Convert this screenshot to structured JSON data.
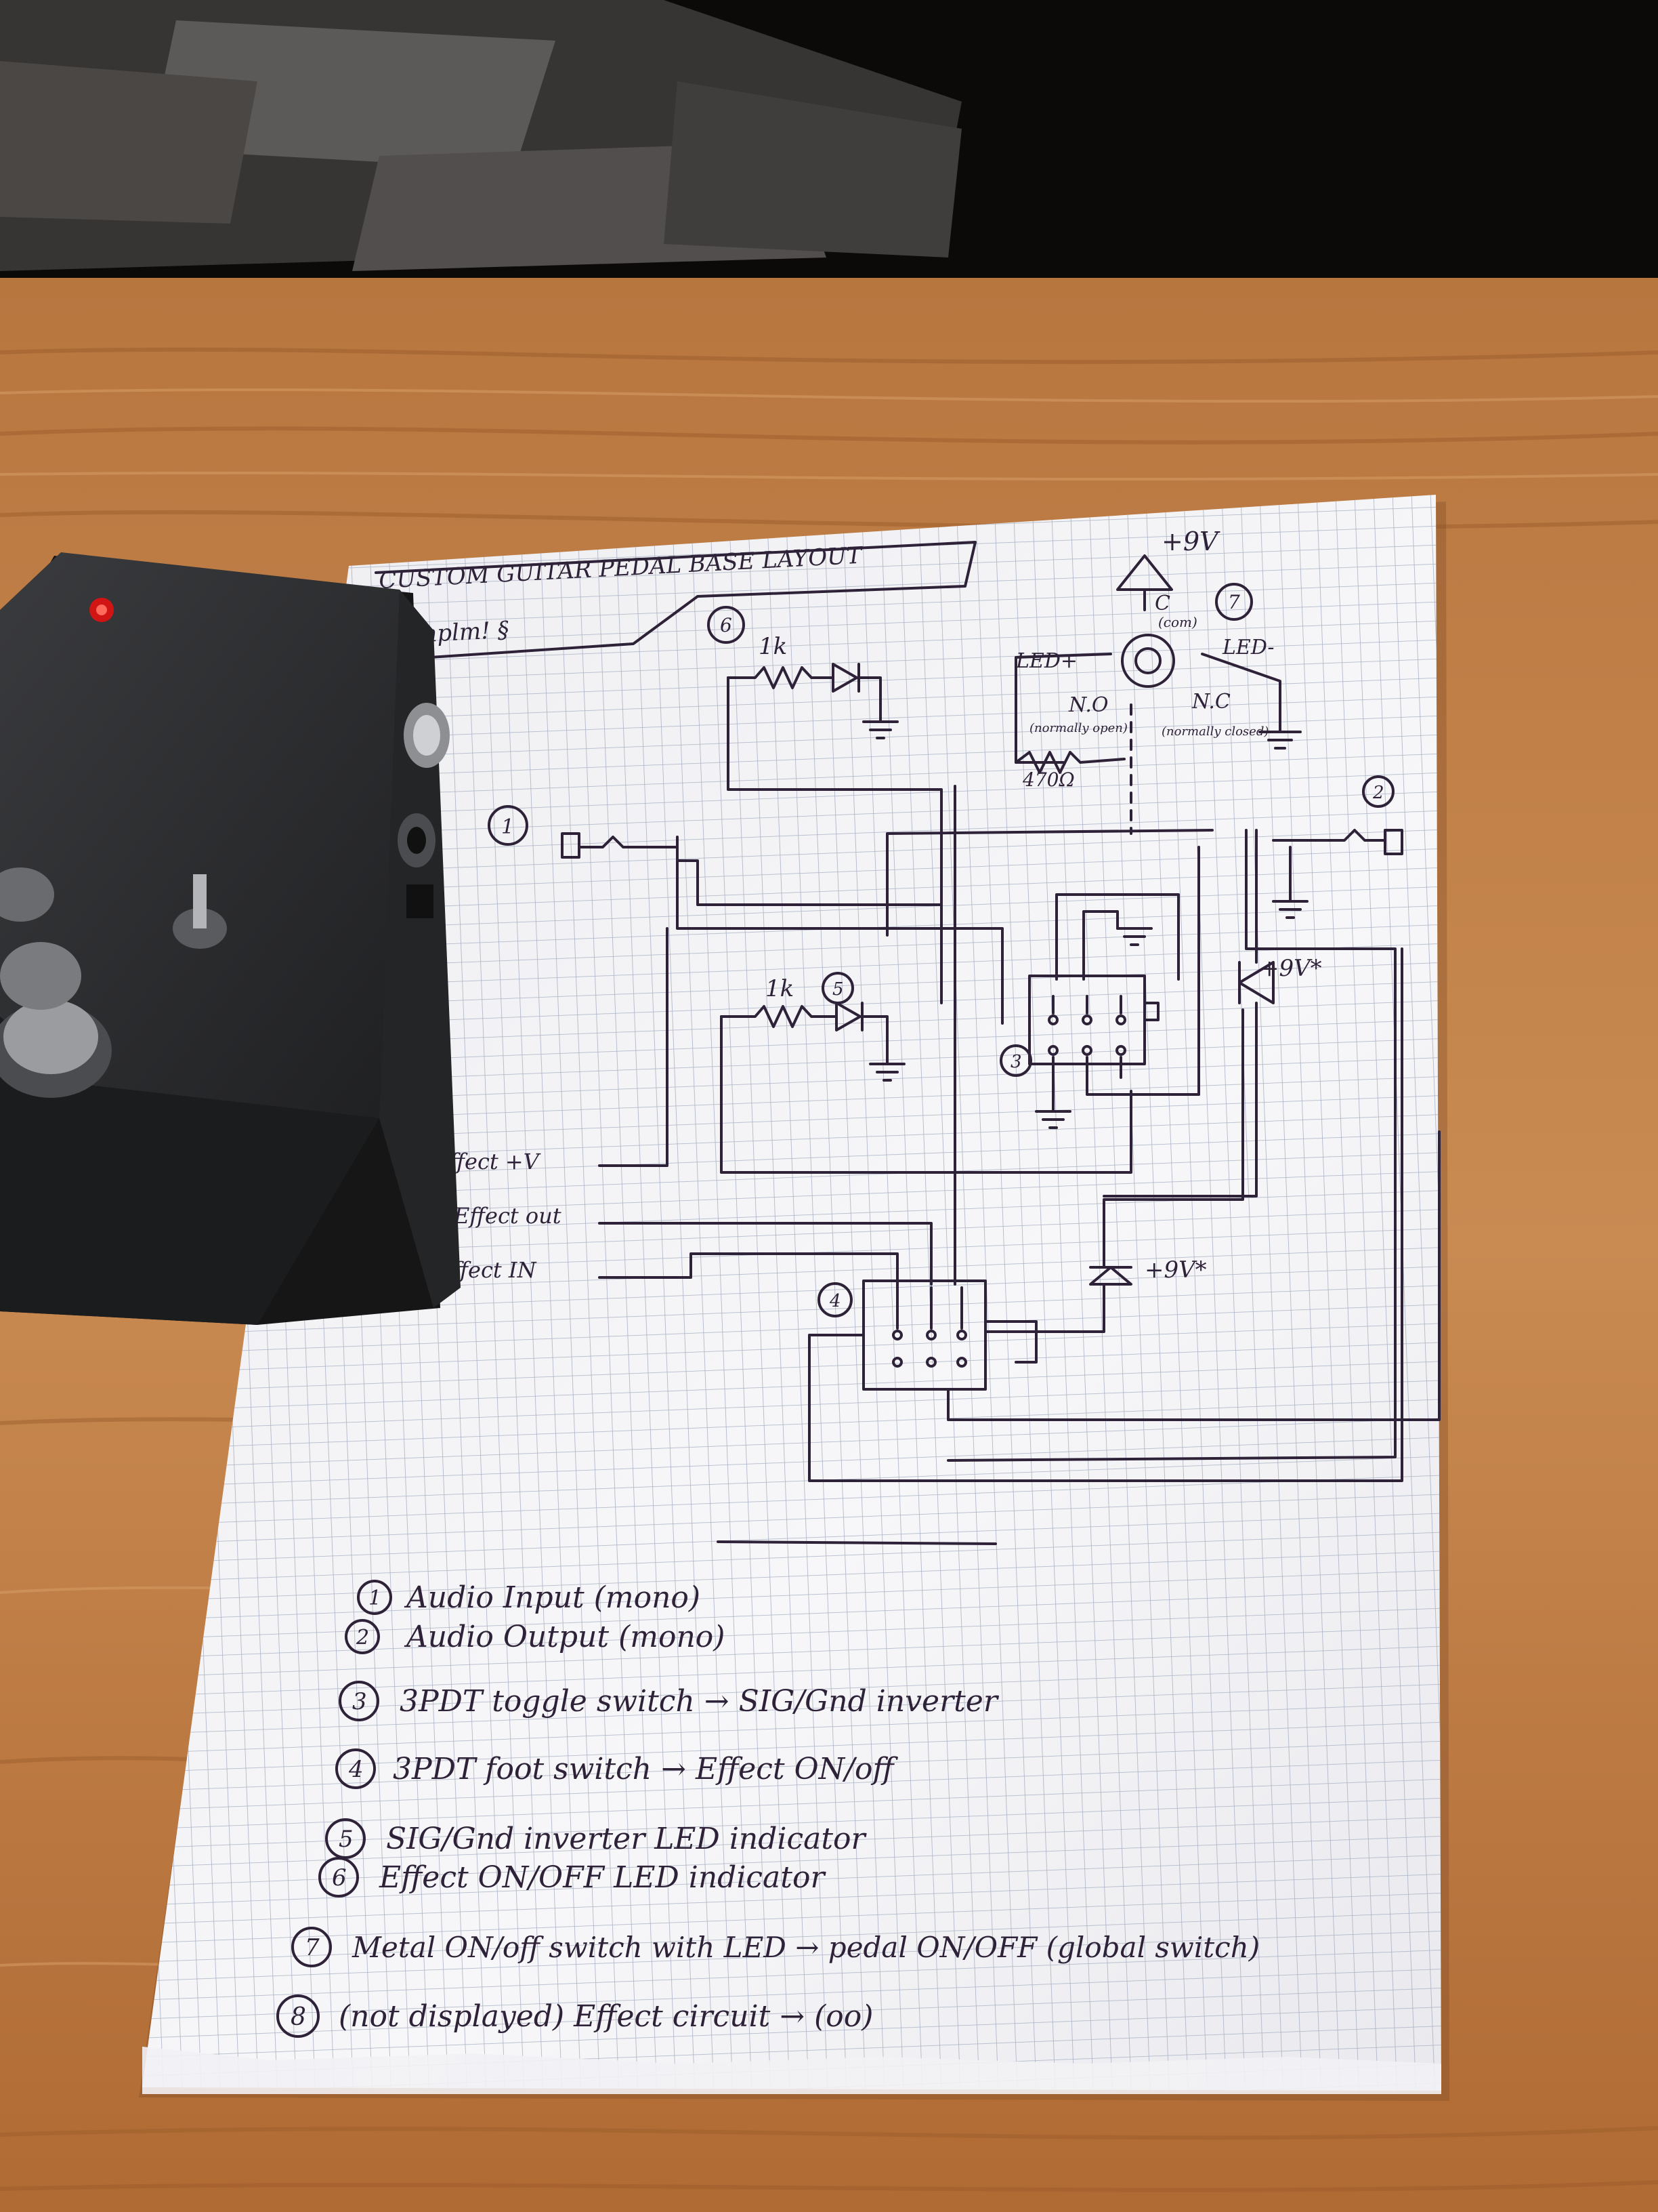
{
  "sheet": {
    "title": "CUSTOM GUITAR PEDAL BASE LAYOUT",
    "subtitle": "... inplm! §",
    "ink_color": "#2e2238",
    "paper_color": "#f6f6f8",
    "grid_color": "#a9b1c2"
  },
  "schematic": {
    "marker_1": "1",
    "marker_2": "2",
    "marker_3": "3",
    "marker_4": "4",
    "marker_5": "5",
    "marker_6": "6",
    "marker_7": "7",
    "marker_8": "8",
    "plus_9v_top": "+9V",
    "c_label": "C",
    "com_label": "(com)",
    "led_plus": "LED+",
    "led_minus": "LED-",
    "no_label": "N.O",
    "no_note": "(normally open)",
    "nc_label": "N.C",
    "nc_note": "(normally closed)",
    "r_470": "470Ω",
    "r_1k_a": "1k",
    "r_1k_b": "1k",
    "plus_9v_diode_a": "+9V*",
    "plus_9v_diode_b": "+9V*",
    "effect_v": "Effect +V",
    "effect_out": "Effect out",
    "effect_in": "Effect IN"
  },
  "legend": [
    {
      "num": "1",
      "text": "Audio Input (mono)"
    },
    {
      "num": "2",
      "text": "Audio Output (mono)"
    },
    {
      "num": "3",
      "text": "3PDT toggle switch → SIG/Gnd inverter"
    },
    {
      "num": "4",
      "text": "3PDT foot switch → Effect ON/off"
    },
    {
      "num": "5",
      "text": "SIG/Gnd inverter LED indicator"
    },
    {
      "num": "6",
      "text": "Effect ON/OFF LED indicator"
    },
    {
      "num": "7",
      "text": "Metal ON/off switch with LED → pedal ON/OFF (global switch)"
    },
    {
      "num": "8",
      "text": "(not displayed) Effect circuit → (oo)"
    }
  ],
  "colors": {
    "table": "#c2824a",
    "table_dark": "#8d5226",
    "pedal_body": "#2b2c2e",
    "led_red": "#d11414"
  }
}
